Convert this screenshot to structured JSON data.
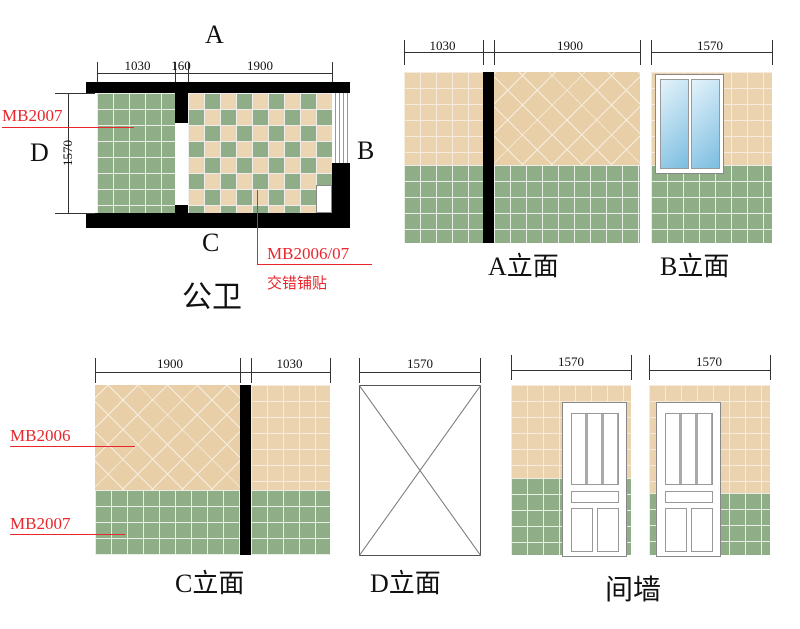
{
  "plan": {
    "title": "公卫",
    "side_a": "A",
    "side_b": "B",
    "side_c": "C",
    "side_d": "D",
    "dims_top": [
      "1030",
      "160",
      "1900"
    ],
    "dim_left": "1570",
    "label_green": "MB2007",
    "label_mix": "MB2006/07",
    "label_mix_note": "交错铺贴"
  },
  "elev_a": {
    "title": "A立面",
    "dims": [
      "1030",
      "1900"
    ]
  },
  "elev_b": {
    "title": "B立面",
    "dims": [
      "1570"
    ]
  },
  "elev_c": {
    "title": "C立面",
    "dims": [
      "1900",
      "1030"
    ],
    "label_upper": "MB2006",
    "label_lower": "MB2007"
  },
  "elev_d": {
    "title": "D立面",
    "dims": [
      "1570"
    ]
  },
  "partition": {
    "title": "间墙",
    "dims": [
      "1570",
      "1570"
    ]
  },
  "colors": {
    "green_tile": "#8fae88",
    "beige_tile": "#ead3ae",
    "annotation": "#e8262c"
  }
}
